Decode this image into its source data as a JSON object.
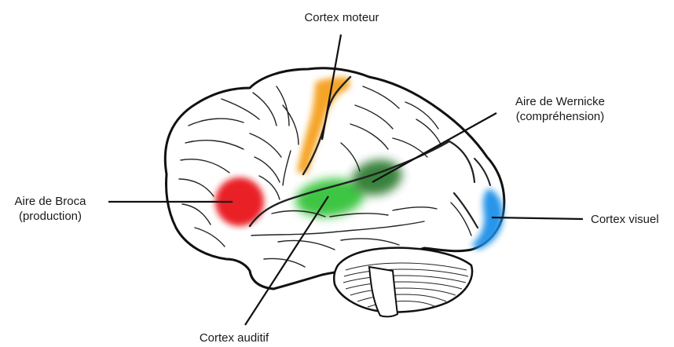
{
  "labels": {
    "motor_cortex": "Cortex moteur",
    "wernicke_line1": "Aire de Wernicke",
    "wernicke_line2": "(compréhension)",
    "broca_line1": "Aire de Broca",
    "broca_line2": "(production)",
    "visual_cortex": "Cortex visuel",
    "auditory_cortex": "Cortex auditif"
  },
  "colors": {
    "motor_cortex": "#f5a01e",
    "wernicke_area": "#2e7d32",
    "auditory_cortex": "#35c23a",
    "broca_area": "#e8141c",
    "visual_cortex": "#1e90e8",
    "outline": "#111111"
  }
}
